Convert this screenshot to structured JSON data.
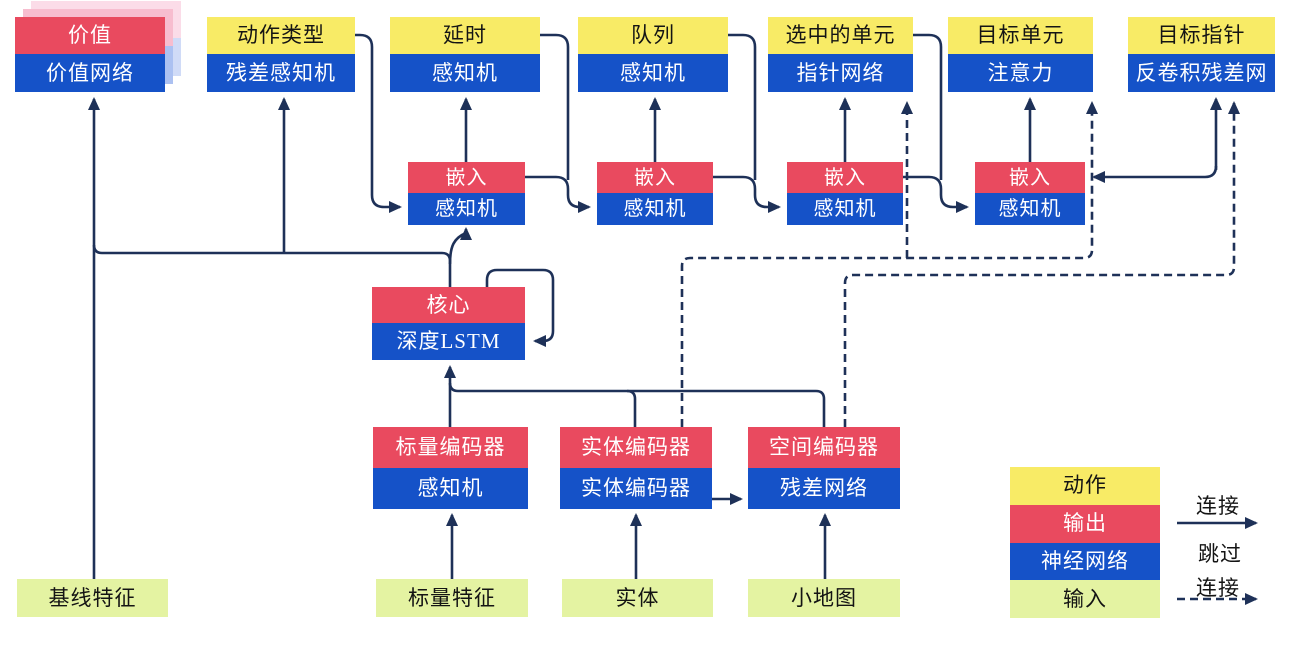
{
  "diagram": {
    "title": "AlphaStar-style agent architecture (Chinese)",
    "nodes": [
      {
        "id": "value",
        "stacked": true,
        "bands": [
          {
            "label": "价值",
            "type": "output"
          },
          {
            "label": "价值网络",
            "type": "nn"
          }
        ]
      },
      {
        "id": "action-type",
        "bands": [
          {
            "label": "动作类型",
            "type": "action"
          },
          {
            "label": "残差感知机",
            "type": "nn"
          }
        ]
      },
      {
        "id": "delay",
        "bands": [
          {
            "label": "延时",
            "type": "action"
          },
          {
            "label": "感知机",
            "type": "nn"
          }
        ]
      },
      {
        "id": "queue",
        "bands": [
          {
            "label": "队列",
            "type": "action"
          },
          {
            "label": "感知机",
            "type": "nn"
          }
        ]
      },
      {
        "id": "selected-units",
        "bands": [
          {
            "label": "选中的单元",
            "type": "action"
          },
          {
            "label": "指针网络",
            "type": "nn"
          }
        ]
      },
      {
        "id": "target-unit",
        "bands": [
          {
            "label": "目标单元",
            "type": "action"
          },
          {
            "label": "注意力",
            "type": "nn"
          }
        ]
      },
      {
        "id": "target-point",
        "bands": [
          {
            "label": "目标指针",
            "type": "action"
          },
          {
            "label": "反卷积残差网",
            "type": "nn"
          }
        ]
      },
      {
        "id": "embed1",
        "bands": [
          {
            "label": "嵌入",
            "type": "output"
          },
          {
            "label": "感知机",
            "type": "nn"
          }
        ]
      },
      {
        "id": "embed2",
        "bands": [
          {
            "label": "嵌入",
            "type": "output"
          },
          {
            "label": "感知机",
            "type": "nn"
          }
        ]
      },
      {
        "id": "embed3",
        "bands": [
          {
            "label": "嵌入",
            "type": "output"
          },
          {
            "label": "感知机",
            "type": "nn"
          }
        ]
      },
      {
        "id": "embed4",
        "bands": [
          {
            "label": "嵌入",
            "type": "output"
          },
          {
            "label": "感知机",
            "type": "nn"
          }
        ]
      },
      {
        "id": "core",
        "bands": [
          {
            "label": "核心",
            "type": "output"
          },
          {
            "label": "深度LSTM",
            "type": "nn"
          }
        ]
      },
      {
        "id": "scalar-encoder",
        "bands": [
          {
            "label": "标量编码器",
            "type": "output"
          },
          {
            "label": "感知机",
            "type": "nn"
          }
        ]
      },
      {
        "id": "entity-encoder",
        "bands": [
          {
            "label": "实体编码器",
            "type": "output"
          },
          {
            "label": "实体编码器",
            "type": "nn"
          }
        ]
      },
      {
        "id": "spatial-encoder",
        "bands": [
          {
            "label": "空间编码器",
            "type": "output"
          },
          {
            "label": "残差网络",
            "type": "nn"
          }
        ]
      },
      {
        "id": "baseline-features",
        "bands": [
          {
            "label": "基线特征",
            "type": "input"
          }
        ]
      },
      {
        "id": "scalar-features",
        "bands": [
          {
            "label": "标量特征",
            "type": "input"
          }
        ]
      },
      {
        "id": "entities",
        "bands": [
          {
            "label": "实体",
            "type": "input"
          }
        ]
      },
      {
        "id": "minimap",
        "bands": [
          {
            "label": "小地图",
            "type": "input"
          }
        ]
      }
    ],
    "connections": [
      {
        "from": "基线特征",
        "to": "价值网络",
        "style": "solid"
      },
      {
        "from": "核心",
        "to": "价值网络",
        "style": "solid"
      },
      {
        "from": "核心",
        "to": "残差感知机",
        "style": "solid"
      },
      {
        "from": "核心",
        "to": "嵌入/感知机 1",
        "style": "solid"
      },
      {
        "from": "动作类型",
        "to": "嵌入/感知机 1",
        "style": "solid"
      },
      {
        "from": "嵌入 1",
        "to": "延时",
        "style": "solid"
      },
      {
        "from": "延时",
        "to": "嵌入/感知机 2",
        "style": "solid"
      },
      {
        "from": "嵌入 1",
        "to": "嵌入/感知机 2",
        "style": "solid"
      },
      {
        "from": "嵌入 2",
        "to": "队列",
        "style": "solid"
      },
      {
        "from": "队列",
        "to": "嵌入/感知机 3",
        "style": "solid"
      },
      {
        "from": "嵌入 2",
        "to": "嵌入/感知机 3",
        "style": "solid"
      },
      {
        "from": "嵌入 3",
        "to": "选中的单元",
        "style": "solid"
      },
      {
        "from": "选中的单元",
        "to": "嵌入/感知机 4",
        "style": "solid"
      },
      {
        "from": "嵌入 3",
        "to": "嵌入/感知机 4",
        "style": "solid"
      },
      {
        "from": "嵌入 4",
        "to": "目标单元",
        "style": "solid"
      },
      {
        "from": "嵌入 4",
        "to": "反卷积残差网",
        "style": "solid"
      },
      {
        "from": "核心",
        "to": "核心 (自环)",
        "style": "solid"
      },
      {
        "from": "标量编码器",
        "to": "核心",
        "style": "solid"
      },
      {
        "from": "实体编码器",
        "to": "核心",
        "style": "solid"
      },
      {
        "from": "空间编码器",
        "to": "核心",
        "style": "solid"
      },
      {
        "from": "实体编码器",
        "to": "残差网络",
        "style": "solid"
      },
      {
        "from": "标量特征",
        "to": "标量编码器",
        "style": "solid"
      },
      {
        "from": "实体",
        "to": "实体编码器",
        "style": "solid"
      },
      {
        "from": "小地图",
        "to": "空间编码器",
        "style": "solid"
      },
      {
        "from": "实体编码器",
        "to": "选中的单元",
        "style": "dashed"
      },
      {
        "from": "实体编码器",
        "to": "目标单元",
        "style": "dashed"
      },
      {
        "from": "空间编码器",
        "to": "反卷积残差网",
        "style": "dashed"
      }
    ]
  },
  "legend": {
    "blocks": [
      {
        "label": "动作",
        "type": "action"
      },
      {
        "label": "输出",
        "type": "output"
      },
      {
        "label": "神经网络",
        "type": "nn"
      },
      {
        "label": "输入",
        "type": "input"
      }
    ],
    "solid_arrow_label": "连接",
    "dashed_arrow_label_line1": "跳过",
    "dashed_arrow_label_line2": "连接"
  },
  "colors": {
    "action": "#F8EB66",
    "output": "#E94A5F",
    "nn": "#1552C8",
    "input": "#E4F3A2",
    "wire": "#1E3158",
    "shadow_pink": "#F7BDCF",
    "shadow_blue": "#ACC1F1"
  }
}
